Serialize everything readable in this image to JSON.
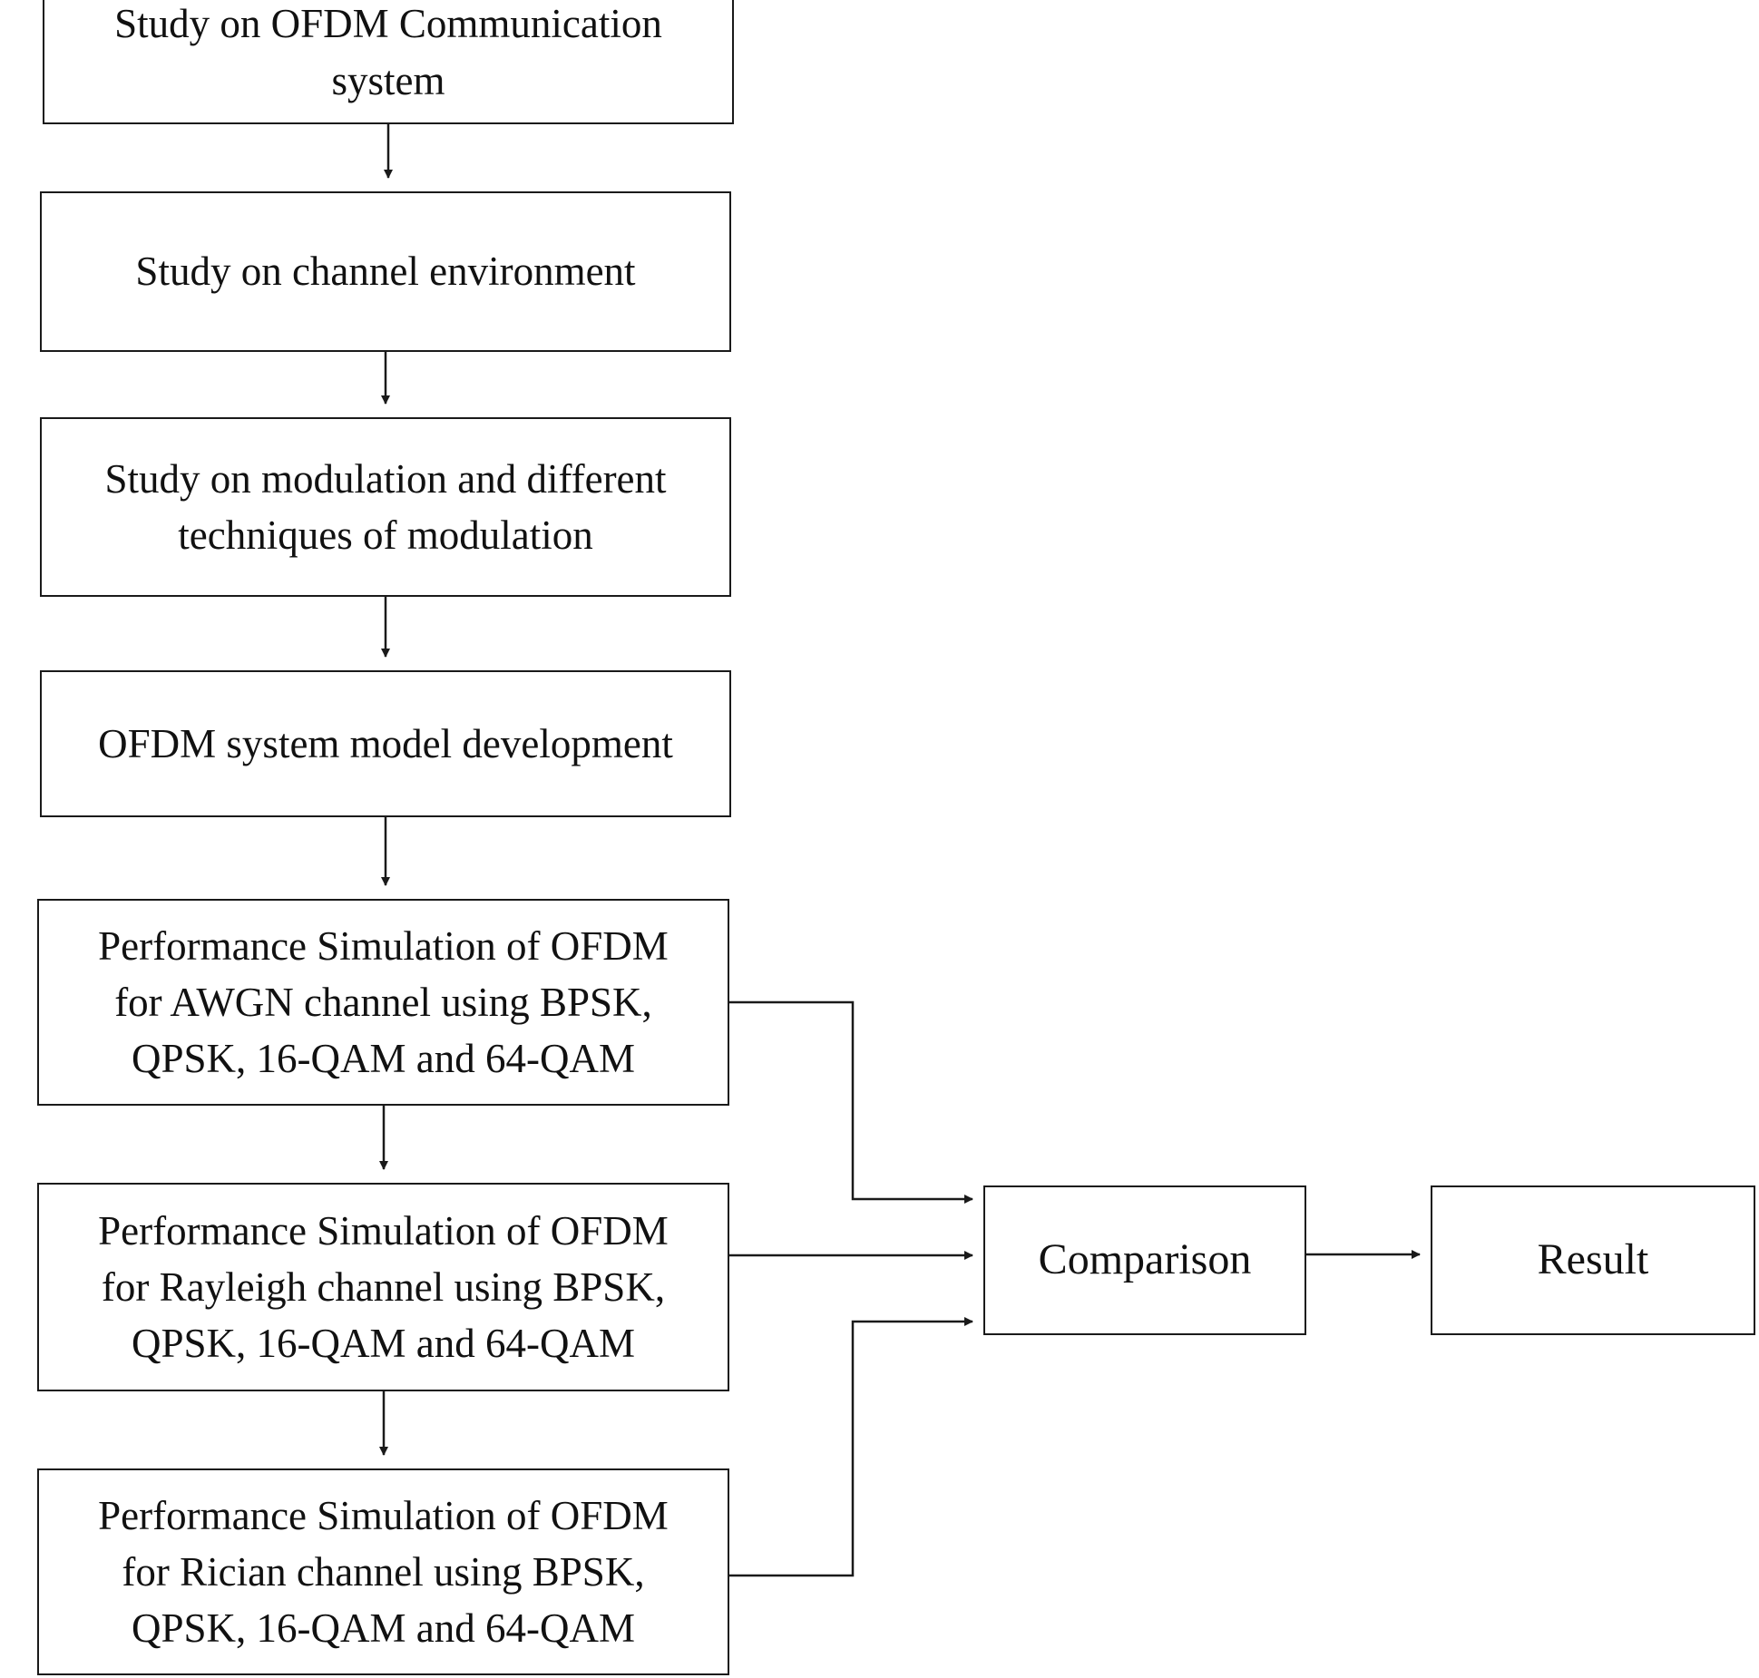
{
  "diagram": {
    "nodes": [
      {
        "id": "ofdm-study",
        "label": "Study on OFDM Communication\nsystem"
      },
      {
        "id": "channel-env",
        "label": "Study on channel environment"
      },
      {
        "id": "modulation",
        "label": "Study on modulation and different\ntechniques of modulation"
      },
      {
        "id": "model-dev",
        "label": "OFDM system model development"
      },
      {
        "id": "awgn",
        "label": "Performance Simulation of OFDM\nfor AWGN channel using BPSK,\nQPSK, 16-QAM and 64-QAM"
      },
      {
        "id": "rayleigh",
        "label": "Performance Simulation of OFDM\nfor Rayleigh channel using BPSK,\nQPSK, 16-QAM and 64-QAM"
      },
      {
        "id": "rician",
        "label": "Performance Simulation of OFDM\nfor Rician channel using BPSK,\nQPSK, 16-QAM and 64-QAM"
      },
      {
        "id": "comparison",
        "label": "Comparison"
      },
      {
        "id": "result",
        "label": "Result"
      }
    ],
    "edges": [
      {
        "from": "ofdm-study",
        "to": "channel-env"
      },
      {
        "from": "channel-env",
        "to": "modulation"
      },
      {
        "from": "modulation",
        "to": "model-dev"
      },
      {
        "from": "model-dev",
        "to": "awgn"
      },
      {
        "from": "awgn",
        "to": "rayleigh"
      },
      {
        "from": "rayleigh",
        "to": "rician"
      },
      {
        "from": "awgn",
        "to": "comparison"
      },
      {
        "from": "rayleigh",
        "to": "comparison"
      },
      {
        "from": "rician",
        "to": "comparison"
      },
      {
        "from": "comparison",
        "to": "result"
      }
    ]
  },
  "colors": {
    "line": "#1a1a1a",
    "background": "#ffffff",
    "text": "#111111"
  }
}
